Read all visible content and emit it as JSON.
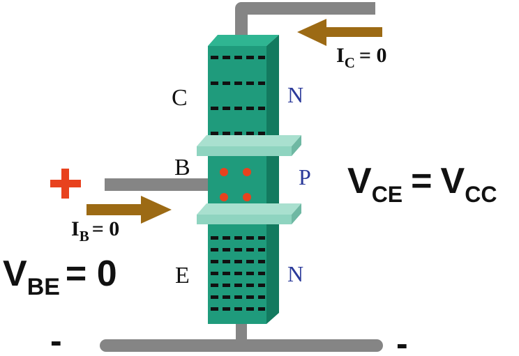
{
  "diagram": {
    "region_labels": {
      "collector": "C",
      "base": "B",
      "emitter": "E"
    },
    "doping_labels": {
      "collector": "N",
      "base": "P",
      "emitter": "N"
    },
    "collector_current": {
      "symbol": "I",
      "subscript": "C",
      "value": "= 0"
    },
    "base_current": {
      "symbol": "I",
      "subscript": "B",
      "value": "= 0"
    },
    "vbe": {
      "symbol": "V",
      "subscript": "BE",
      "value": "= 0"
    },
    "vce": {
      "symbol": "V",
      "subscript": "CE",
      "equals": "=",
      "rhs_symbol": "V",
      "rhs_subscript": "CC"
    },
    "polarity": {
      "base_sign": "+",
      "bottom_left_sign": "-",
      "bottom_right_sign": "-"
    },
    "colors": {
      "transistor_body": "#1f9b7c",
      "transistor_side": "#137a5f",
      "transistor_top": "#2fb592",
      "junction_plate": "#8fd4c0",
      "wire": "#858585",
      "arrow": "#9c6a14",
      "hole_dot": "#e8421e",
      "electron": "#111111",
      "plus_sign": "#e8421e",
      "doping_text": "#2b3a9a"
    }
  }
}
